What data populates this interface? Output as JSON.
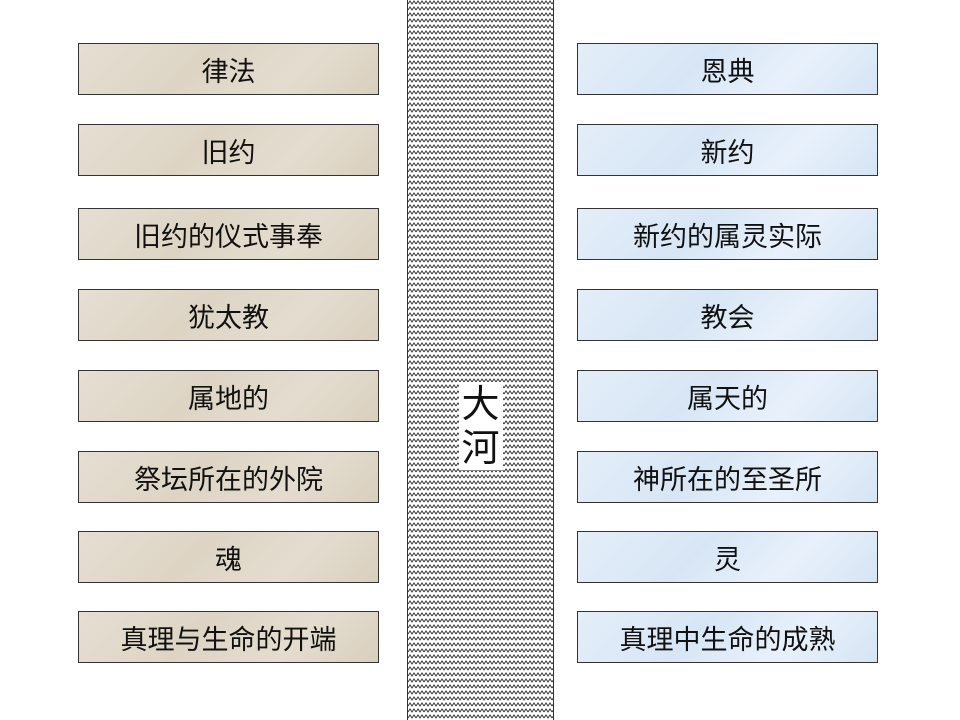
{
  "left_items": [
    "律法",
    "旧约",
    "旧约的仪式事奉",
    "犹太教",
    "属地的",
    "祭坛所在的外院",
    "魂",
    "真理与生命的开端"
  ],
  "right_items": [
    "恩典",
    "新约",
    "新约的属灵实际",
    "教会",
    "属天的",
    "神所在的至圣所",
    "灵",
    "真理中生命的成熟"
  ],
  "river": {
    "line1": "大",
    "line2": "河"
  },
  "colors": {
    "left_box": "#e0d8c9",
    "right_box": "#dde9f7",
    "border": "#333333"
  }
}
